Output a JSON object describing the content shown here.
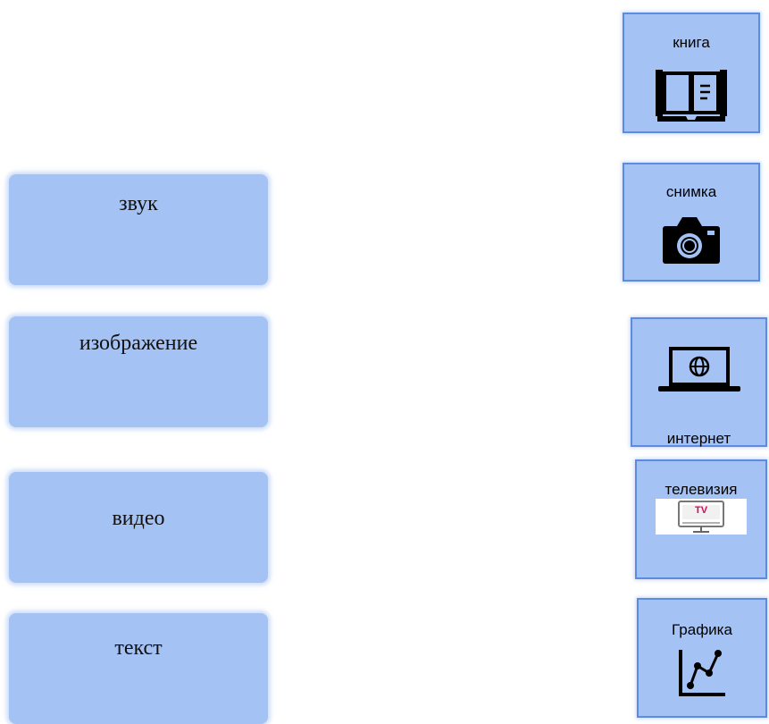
{
  "left_items": [
    {
      "label": "звук"
    },
    {
      "label": "изображение"
    },
    {
      "label": "видео"
    },
    {
      "label": "текст"
    }
  ],
  "right_cards": [
    {
      "label": "книга",
      "icon": "book-icon"
    },
    {
      "label": "снимка",
      "icon": "camera-icon"
    },
    {
      "label": "интернет",
      "icon": "laptop-globe-icon"
    },
    {
      "label": "телевизия",
      "icon": "tv-icon",
      "icon_text": "TV"
    },
    {
      "label": "Графика",
      "icon": "line-graph-icon"
    }
  ],
  "colors": {
    "box_fill": "#a4c2f4",
    "card_border": "#5b8ce0",
    "icon": "#000000",
    "tv_accent": "#e0005a"
  }
}
